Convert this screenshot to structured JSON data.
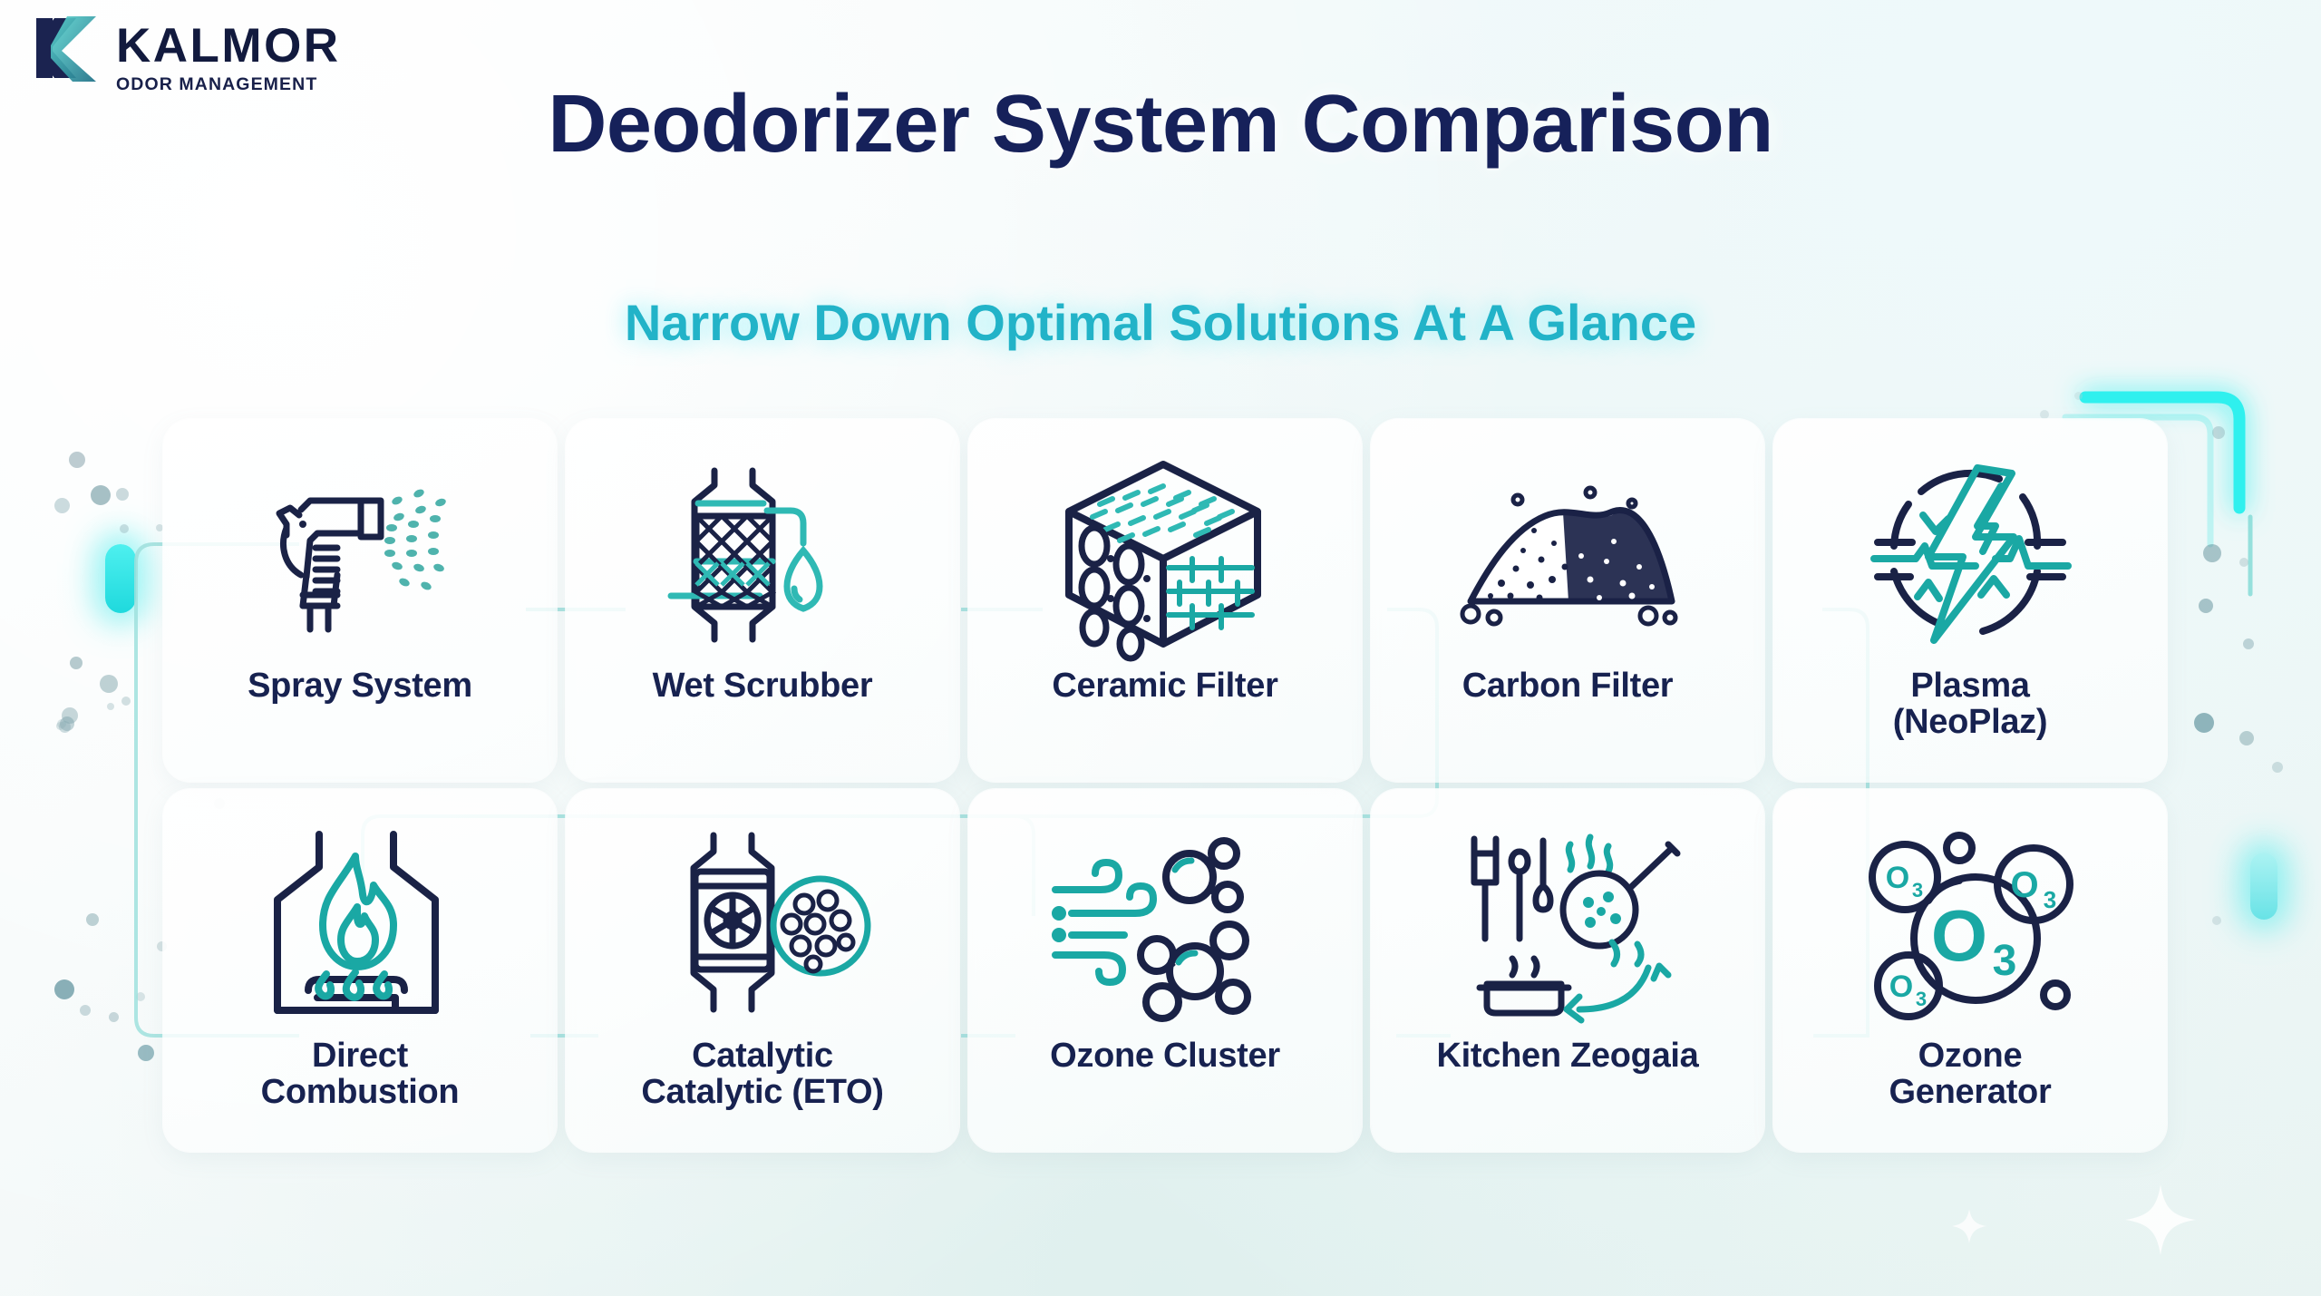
{
  "brand": {
    "name": "KALMOR",
    "tagline": "ODOR MANAGEMENT",
    "logo_icon": "kalmor-k-logo"
  },
  "header": {
    "title": "Deodorizer System Comparison",
    "subtitle": "Narrow Down Optimal Solutions At A Glance"
  },
  "colors": {
    "navy": "#16215a",
    "teal": "#22b3c8",
    "accent_cyan": "#2fe3e3",
    "label_navy": "#172250",
    "icon_dark": "#1a2246",
    "icon_teal": "#18a6ae"
  },
  "cards": {
    "row1": [
      {
        "label_line1": "Spray System",
        "label_line2": "",
        "icon": "spray-gun-icon"
      },
      {
        "label_line1": "Wet Scrubber",
        "label_line2": "",
        "icon": "scrubber-tower-icon"
      },
      {
        "label_line1": "Ceramic Filter",
        "label_line2": "",
        "icon": "porous-cube-icon"
      },
      {
        "label_line1": "Carbon Filter",
        "label_line2": "",
        "icon": "carbon-granule-pile-icon"
      },
      {
        "label_line1": "Plasma",
        "label_line2": "(NeoPlaz)",
        "icon": "plasma-lightning-icon"
      }
    ],
    "row2": [
      {
        "label_line1": "Direct",
        "label_line2": "Combustion",
        "icon": "furnace-flame-icon"
      },
      {
        "label_line1": "Catalytic",
        "label_line2": "Catalytic (ETO)",
        "icon": "catalytic-reactor-icon"
      },
      {
        "label_line1": "Ozone Cluster",
        "label_line2": "",
        "icon": "airflow-molecule-icon"
      },
      {
        "label_line1": "Kitchen Zeogaia",
        "label_line2": "",
        "icon": "kitchen-utensils-icon"
      },
      {
        "label_line1": "Ozone",
        "label_line2": "Generator",
        "icon": "o3-bubbles-icon"
      }
    ]
  },
  "ozone_labels": {
    "big": "O",
    "big_sub": "3",
    "small": "O",
    "small_sub": "3"
  }
}
